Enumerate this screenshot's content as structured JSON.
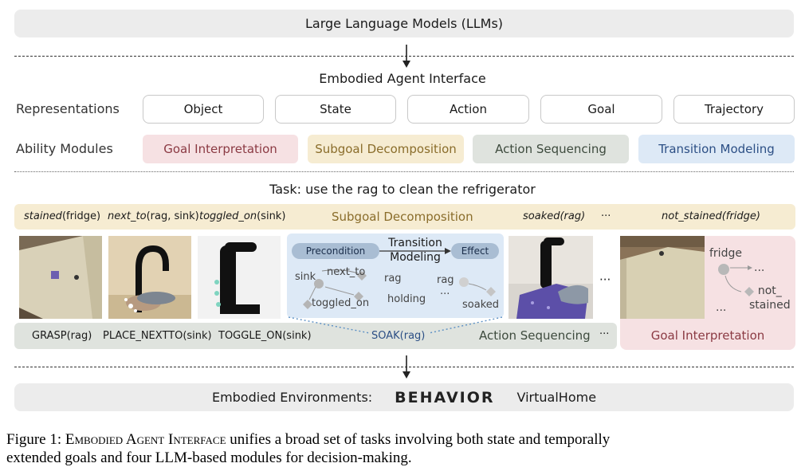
{
  "top": {
    "llm_label": "Large Language Models (LLMs)"
  },
  "interface": {
    "title": "Embodied Agent Interface"
  },
  "representations": {
    "label": "Representations",
    "items": [
      "Object",
      "State",
      "Action",
      "Goal",
      "Trajectory"
    ]
  },
  "ability_modules": {
    "label": "Ability Modules",
    "items": [
      {
        "label": "Goal Interpretation",
        "color": "#f6e1e3",
        "text_color": "#8b3a43"
      },
      {
        "label": "Subgoal Decomposition",
        "color": "#f6ecd2",
        "text_color": "#8a6d2b"
      },
      {
        "label": "Action Sequencing",
        "color": "#dfe3de",
        "text_color": "#3d4a3d"
      },
      {
        "label": "Transition Modeling",
        "color": "#dde9f6",
        "text_color": "#2c4f85"
      }
    ]
  },
  "task": {
    "title": "Task: use the rag to clean the refrigerator",
    "subgoals": [
      {
        "pred": "stained",
        "args": "(fridge)"
      },
      {
        "pred": "next_to",
        "args": "(rag, sink)"
      },
      {
        "pred": "toggled_on",
        "args": "(sink)"
      }
    ],
    "subgoal_label": "Subgoal Decomposition",
    "subgoal_soaked": "soaked(rag)",
    "ellipsis": "···",
    "subgoal_final": "not_stained(fridge)",
    "actions": [
      "GRASP(rag)",
      "PLACE_NEXTTO(sink)",
      "TOGGLE_ON(sink)",
      "SOAK(rag)"
    ],
    "action_label": "Action Sequencing",
    "goal_label": "Goal Interpretation"
  },
  "transition": {
    "precondition": "Precondition",
    "title_line1": "Transition",
    "title_line2": "Modeling",
    "effect": "Effect",
    "sink": "sink",
    "next_to": "next_to",
    "rag": "rag",
    "toggled_on": "toggled_on",
    "holding": "holding",
    "rag2": "rag",
    "dots": "...",
    "soaked": "soaked"
  },
  "goal_graph": {
    "fridge": "fridge",
    "dots": "...",
    "not_line1": "not_",
    "not_line2": "stained",
    "dots2": "..."
  },
  "bottom": {
    "env_label": "Embodied Environments:",
    "behavior": "BEHAVIOR",
    "virtualhome": "VirtualHome"
  },
  "caption": {
    "prefix": "Figure 1: ",
    "name": "Embodied Agent Interface",
    "line1_rest": " unifies a broad set of tasks involving both state and temporally",
    "line2": "extended goals and four LLM-based modules for decision-making."
  }
}
